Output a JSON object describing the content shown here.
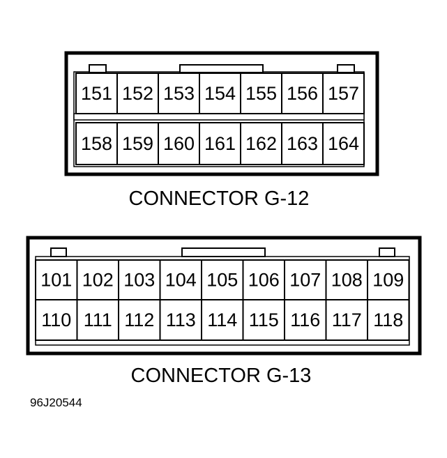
{
  "colors": {
    "ink": "#000000",
    "background": "#ffffff"
  },
  "connectors": [
    {
      "id": "g12",
      "caption": "CONNECTOR G-12",
      "rows": [
        [
          "151",
          "152",
          "153",
          "154",
          "155",
          "156",
          "157"
        ],
        [
          "158",
          "159",
          "160",
          "161",
          "162",
          "163",
          "164"
        ]
      ]
    },
    {
      "id": "g13",
      "caption": "CONNECTOR G-13",
      "rows": [
        [
          "101",
          "102",
          "103",
          "104",
          "105",
          "106",
          "107",
          "108",
          "109"
        ],
        [
          "110",
          "111",
          "112",
          "113",
          "114",
          "115",
          "116",
          "117",
          "118"
        ]
      ]
    }
  ],
  "figure_ref": "96J20544"
}
